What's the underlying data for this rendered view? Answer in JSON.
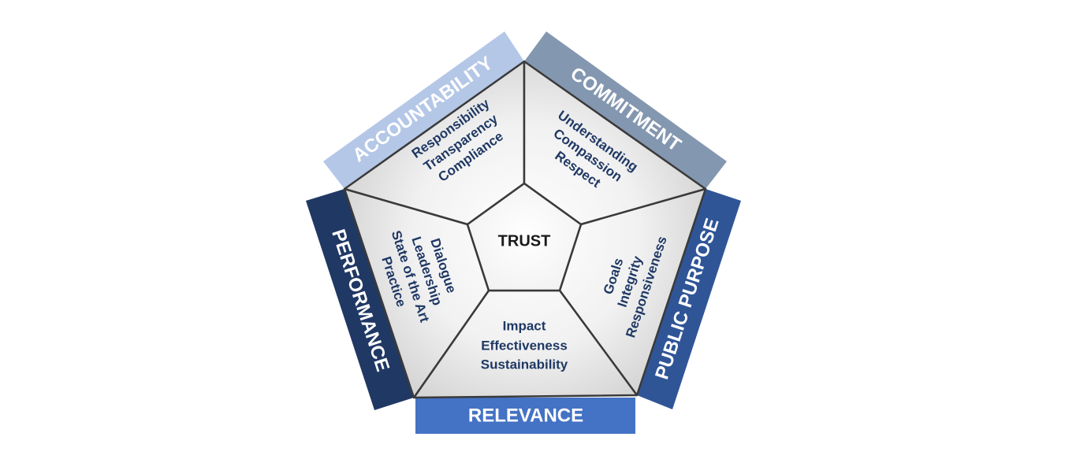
{
  "center": {
    "label": "TRUST"
  },
  "pillars": [
    {
      "id": "accountability",
      "banner": "ACCOUNTABILITY",
      "banner_color": "#b4c7e7",
      "values": [
        "Responsibility",
        "Transparency",
        "Compliance"
      ]
    },
    {
      "id": "commitment",
      "banner": "COMMITMENT",
      "banner_color": "#8497b0",
      "values": [
        "Understanding",
        "Compassion",
        "Respect"
      ]
    },
    {
      "id": "public-purpose",
      "banner": "PUBLIC PURPOSE",
      "banner_color": "#2f5597",
      "values": [
        "Goals",
        "Integrity",
        "Responsiveness"
      ]
    },
    {
      "id": "relevance",
      "banner": "RELEVANCE",
      "banner_color": "#4472c4",
      "values": [
        "Impact",
        "Effectiveness",
        "Sustainability"
      ]
    },
    {
      "id": "performance",
      "banner": "PERFORMANCE",
      "banner_color": "#203864",
      "values": [
        "Dialogue",
        "Leadership",
        "State of the Art",
        "Practice"
      ]
    }
  ],
  "colors": {
    "value_text": "#1f3864",
    "banner_text": "#ffffff",
    "core_text": "#1a1a1a",
    "segment_fill": "#ececec",
    "segment_stroke": "#3a3a3a"
  }
}
